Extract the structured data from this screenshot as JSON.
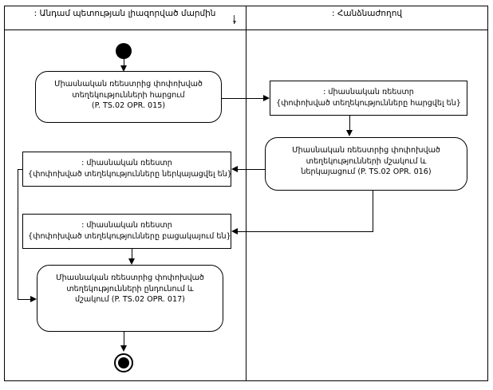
{
  "diagram": {
    "type": "uml-activity-diagram",
    "lanes": [
      {
        "id": "left",
        "title": ": Անդամ պետության լիազորված մարմին"
      },
      {
        "id": "right",
        "title": ": Հանձնաժողով"
      }
    ]
  },
  "nodes": {
    "initial": {
      "kind": "initial-node",
      "label": ""
    },
    "activity_015": {
      "kind": "activity",
      "lane": "left",
      "line1": "Միասնական ռեեստրից փոփոխված",
      "line2": "տեղեկությունների հարցում",
      "line3": "(P. TS.02 OPR. 015)"
    },
    "object_requested": {
      "kind": "object-node",
      "lane": "right",
      "line1": ": միասնական ռեեստր",
      "line2": "{փոփոխված տեղեկությունները հարցվել են}"
    },
    "activity_016": {
      "kind": "activity",
      "lane": "right",
      "line1": "Միասնական ռեեստրից փոփոխված",
      "line2": "տեղեկությունների մշակում և",
      "line3": "ներկայացում (P. TS.02 OPR. 016)"
    },
    "object_presented": {
      "kind": "object-node",
      "lane": "left",
      "line1": ": միասնական ռեեստր",
      "line2": "{փոփոխված տեղեկությունները ներկայացվել են}"
    },
    "object_absent": {
      "kind": "object-node",
      "lane": "left",
      "line1": ": միասնական ռեեստր",
      "line2": "{փոփոխված տեղեկությունները բացակայում են}"
    },
    "activity_017": {
      "kind": "activity",
      "lane": "left",
      "line1": "Միասնական ռեեստրից փոփոխված",
      "line2": "տեղեկությունների ընդունում և",
      "line3": "մշակում (P. TS.02 OPR. 017)"
    },
    "final": {
      "kind": "final-node",
      "label": ""
    }
  },
  "colors": {
    "stroke": "#000000",
    "background": "#ffffff"
  }
}
